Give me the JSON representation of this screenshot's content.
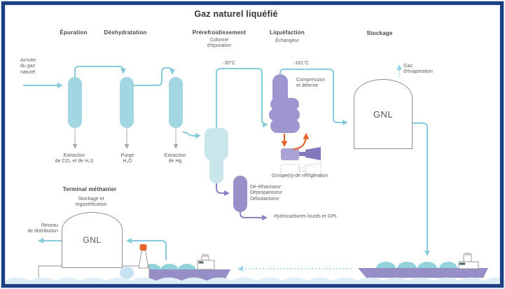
{
  "title": "Gaz naturel liquéfié",
  "stages": {
    "epuration": "Épuration",
    "deshydratation": "Déshydratation",
    "prerefroidissement": "Prérefroidissement",
    "prerefroidissement_sub": "Colonne\nd'épuration",
    "liquefaction": "Liquéfaction",
    "liquefaction_sub": "Échangeur",
    "stockage": "Stockage"
  },
  "inlet": {
    "label": "Arrivée\ndu gaz\nnaturel"
  },
  "purification": {
    "extraction_co2": "Extraction\nde CO₂ et de H₂S",
    "purge": "Purge\nH₂O",
    "extraction_hg": "Extraction\nde Hg"
  },
  "temperatures": {
    "precooling": "-30°C",
    "liquefaction": "-161°C"
  },
  "liquefaction_unit": {
    "compression": "Compression\net détente",
    "refrigeration": "Groupe(s) de réfrigération"
  },
  "fractionation": {
    "column": "Dé-éthaniseur\nDépropaniseur\nDébutaniseur",
    "output": "Hydrocarbures lourds et GPL"
  },
  "storage": {
    "tank": "GNL",
    "boiloff": "Gaz\nd'évaporation"
  },
  "terminal": {
    "title": "Terminal méthanier",
    "sub": "Stockage et\nregazéification",
    "tank": "GNL",
    "network": "Réseau\nde distribution"
  },
  "colors": {
    "border_navy": "#1c3f82",
    "pipe_blue": "#86cbdc",
    "column_teal": "#a2d7e1",
    "vessel_pale": "#c9e7ea",
    "purple": "#9e96ce",
    "purple_dark": "#8478bd",
    "orange": "#e4662a",
    "ship_hull": "#968ec7",
    "ship_dome": "#92d3db",
    "water": "#ddeef6",
    "text_gray": "#5d5d5d"
  }
}
